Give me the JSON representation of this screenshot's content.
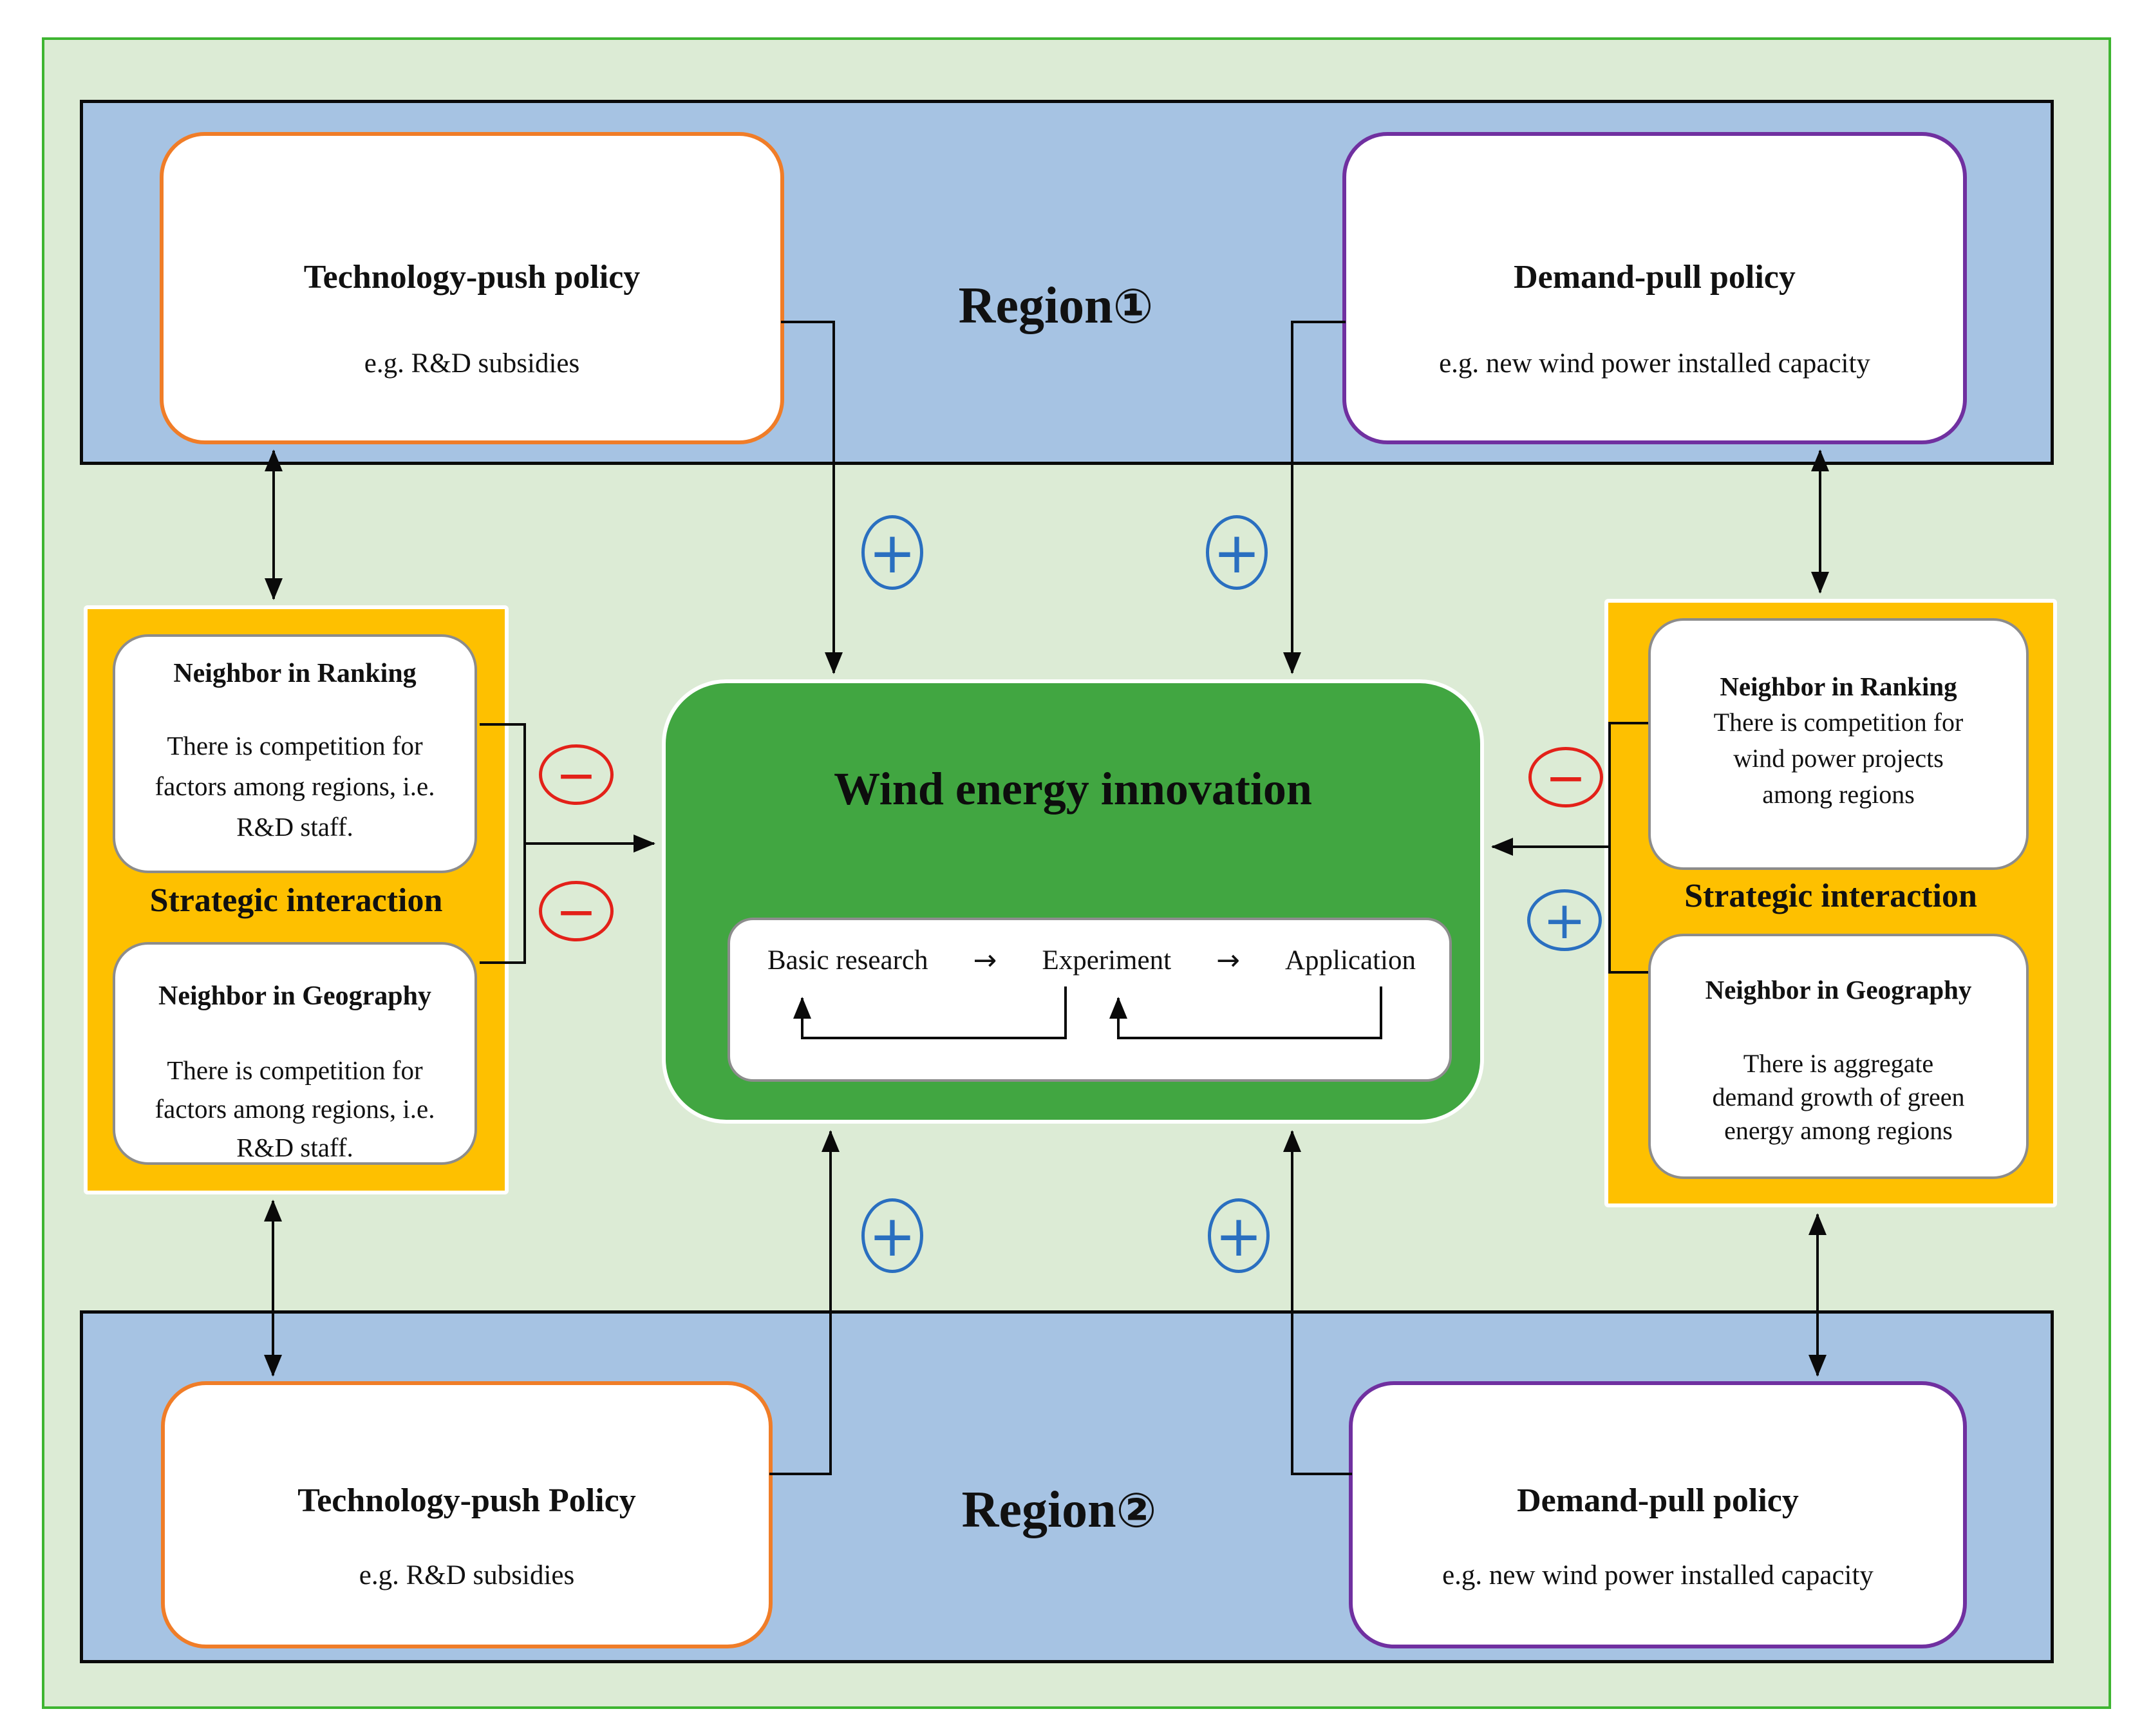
{
  "colors": {
    "outer_bg": "#dcebd5",
    "outer_border": "#3eb531",
    "band_bg": "#a6c3e3",
    "orange_border": "#f07d28",
    "purple_border": "#7030a0",
    "yellow_bg": "#fec000",
    "green_bg": "#41a641",
    "gray_border": "#8c8c8c",
    "plus_color": "#2a6fc0",
    "minus_color": "#e32119"
  },
  "signs": {
    "plus": "+",
    "minus": "−",
    "arrow": "→"
  },
  "region1": {
    "name": "Region",
    "number": "①",
    "tech_push": {
      "title": "Technology-push policy",
      "subtitle": "e.g.  R&D  subsidies"
    },
    "demand_pull": {
      "title": "Demand-pull policy",
      "subtitle": "e.g.  new wind power installed capacity"
    }
  },
  "region2": {
    "name": "Region",
    "number": "②",
    "tech_push": {
      "title": "Technology-push Policy",
      "subtitle": "e.g. R&D  subsidies"
    },
    "demand_pull": {
      "title": "Demand-pull policy",
      "subtitle": "e.g.  new wind power installed capacity"
    }
  },
  "strategic_left": {
    "label": "Strategic interaction",
    "ranking": {
      "title": "Neighbor in Ranking",
      "lines": [
        "There is competition for",
        "factors among regions, i.e.",
        "R&D staff."
      ]
    },
    "geography": {
      "title": "Neighbor in Geography",
      "lines": [
        "There is competition for",
        "factors among regions, i.e.",
        "R&D staff."
      ]
    }
  },
  "strategic_right": {
    "label": "Strategic interaction",
    "ranking": {
      "title": "Neighbor in Ranking",
      "lines": [
        "There is competition for",
        "wind power projects",
        "among regions"
      ]
    },
    "geography": {
      "title": "Neighbor in Geography",
      "lines": [
        "There is  aggregate",
        "demand growth of green",
        "energy  among regions"
      ]
    }
  },
  "center": {
    "title": "Wind energy innovation",
    "stages": [
      "Basic research",
      "Experiment",
      "Application"
    ]
  }
}
